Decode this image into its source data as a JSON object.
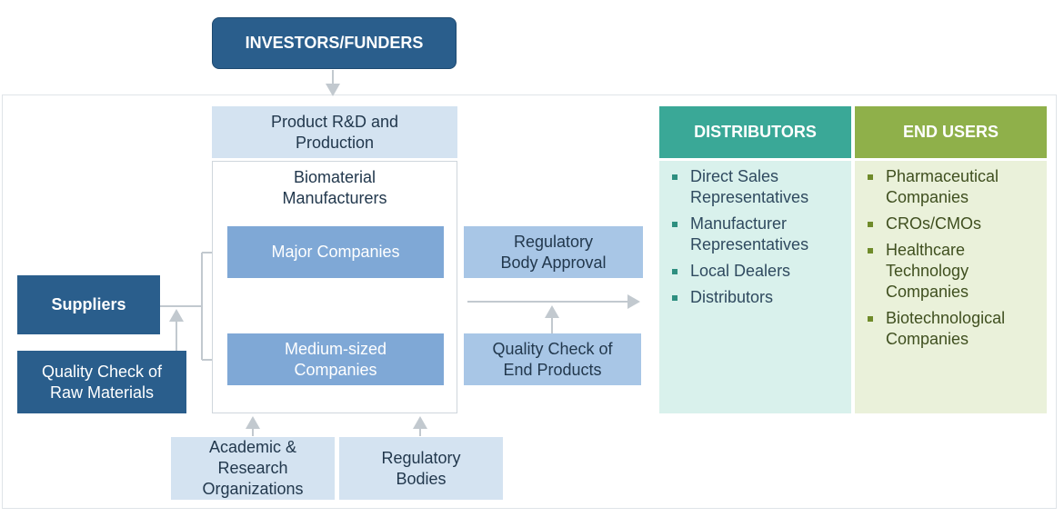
{
  "investors": "INVESTORS/FUNDERS",
  "product_rd": "Product R&D and\nProduction",
  "manufacturers_title": "Biomaterial\nManufacturers",
  "major_companies": "Major Companies",
  "medium_companies": "Medium-sized\nCompanies",
  "suppliers": "Suppliers",
  "quality_raw": "Quality Check of\nRaw Materials",
  "academic": "Academic &\nResearch\nOrganizations",
  "regulatory_bodies": "Regulatory\nBodies",
  "regulatory_approval": "Regulatory\nBody Approval",
  "quality_end": "Quality Check of\nEnd Products",
  "distributors": {
    "header": "DISTRIBUTORS",
    "items": [
      "Direct Sales\nRepresentatives",
      "Manufacturer\nRepresentatives",
      "Local Dealers",
      "Distributors"
    ]
  },
  "end_users": {
    "header": "END USERS",
    "items": [
      "Pharmaceutical\nCompanies",
      "CROs/CMOs",
      "Healthcare\nTechnology\nCompanies",
      "Biotechnological\nCompanies"
    ]
  },
  "colors": {
    "dark_blue": "#2a5e8c",
    "distributors_header": "#3aa897",
    "distributors_body": "#d9f1ec",
    "end_users_header": "#8fb04a",
    "end_users_body": "#eaf1da"
  }
}
